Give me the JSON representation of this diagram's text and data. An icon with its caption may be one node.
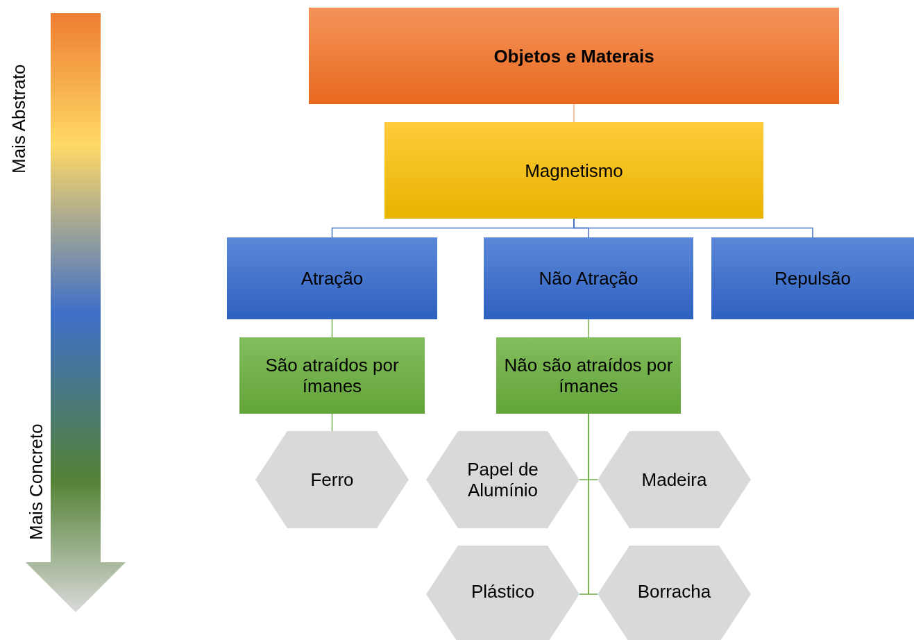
{
  "diagram": {
    "nodes": [
      {
        "text": [
          "Objetos e Materais"
        ]
      },
      {
        "text": [
          "Magnetismo"
        ]
      },
      {
        "text": [
          "Atração"
        ]
      },
      {
        "text": [
          "Não Atração"
        ]
      },
      {
        "text": [
          "Repulsão"
        ]
      },
      {
        "text": [
          "São atraídos por ímanes"
        ]
      },
      {
        "text": [
          "Não são atraídos por ímanes"
        ]
      },
      {
        "text": [
          "Ferro"
        ]
      },
      {
        "text": [
          "Papel de Alumínio"
        ]
      },
      {
        "text": [
          "Madeira"
        ]
      },
      {
        "text": [
          "Plástico"
        ]
      },
      {
        "text": [
          "Borracha"
        ]
      }
    ],
    "edges": [
      {
        "from": 0,
        "to": 1,
        "arrow": "none",
        "color": "#f4b183"
      },
      {
        "from": 1,
        "to": 2,
        "arrow": "none",
        "color": "#4472c4"
      },
      {
        "from": 1,
        "to": 3,
        "arrow": "none",
        "color": "#4472c4"
      },
      {
        "from": 1,
        "to": 4,
        "arrow": "none",
        "color": "#4472c4"
      },
      {
        "from": 2,
        "to": 5,
        "arrow": "none"
      },
      {
        "from": 3,
        "to": 6,
        "arrow": "none"
      },
      {
        "from": 5,
        "to": 7,
        "arrow": "none"
      },
      {
        "from": 6,
        "to": 8,
        "arrow": "none"
      },
      {
        "from": 6,
        "to": 9,
        "arrow": "none"
      },
      {
        "from": 6,
        "to": 10,
        "arrow": "none"
      },
      {
        "from": 6,
        "to": 11,
        "arrow": "none"
      }
    ],
    "labels": [
      "Mais Abstrato",
      "Mais Concreto"
    ]
  }
}
